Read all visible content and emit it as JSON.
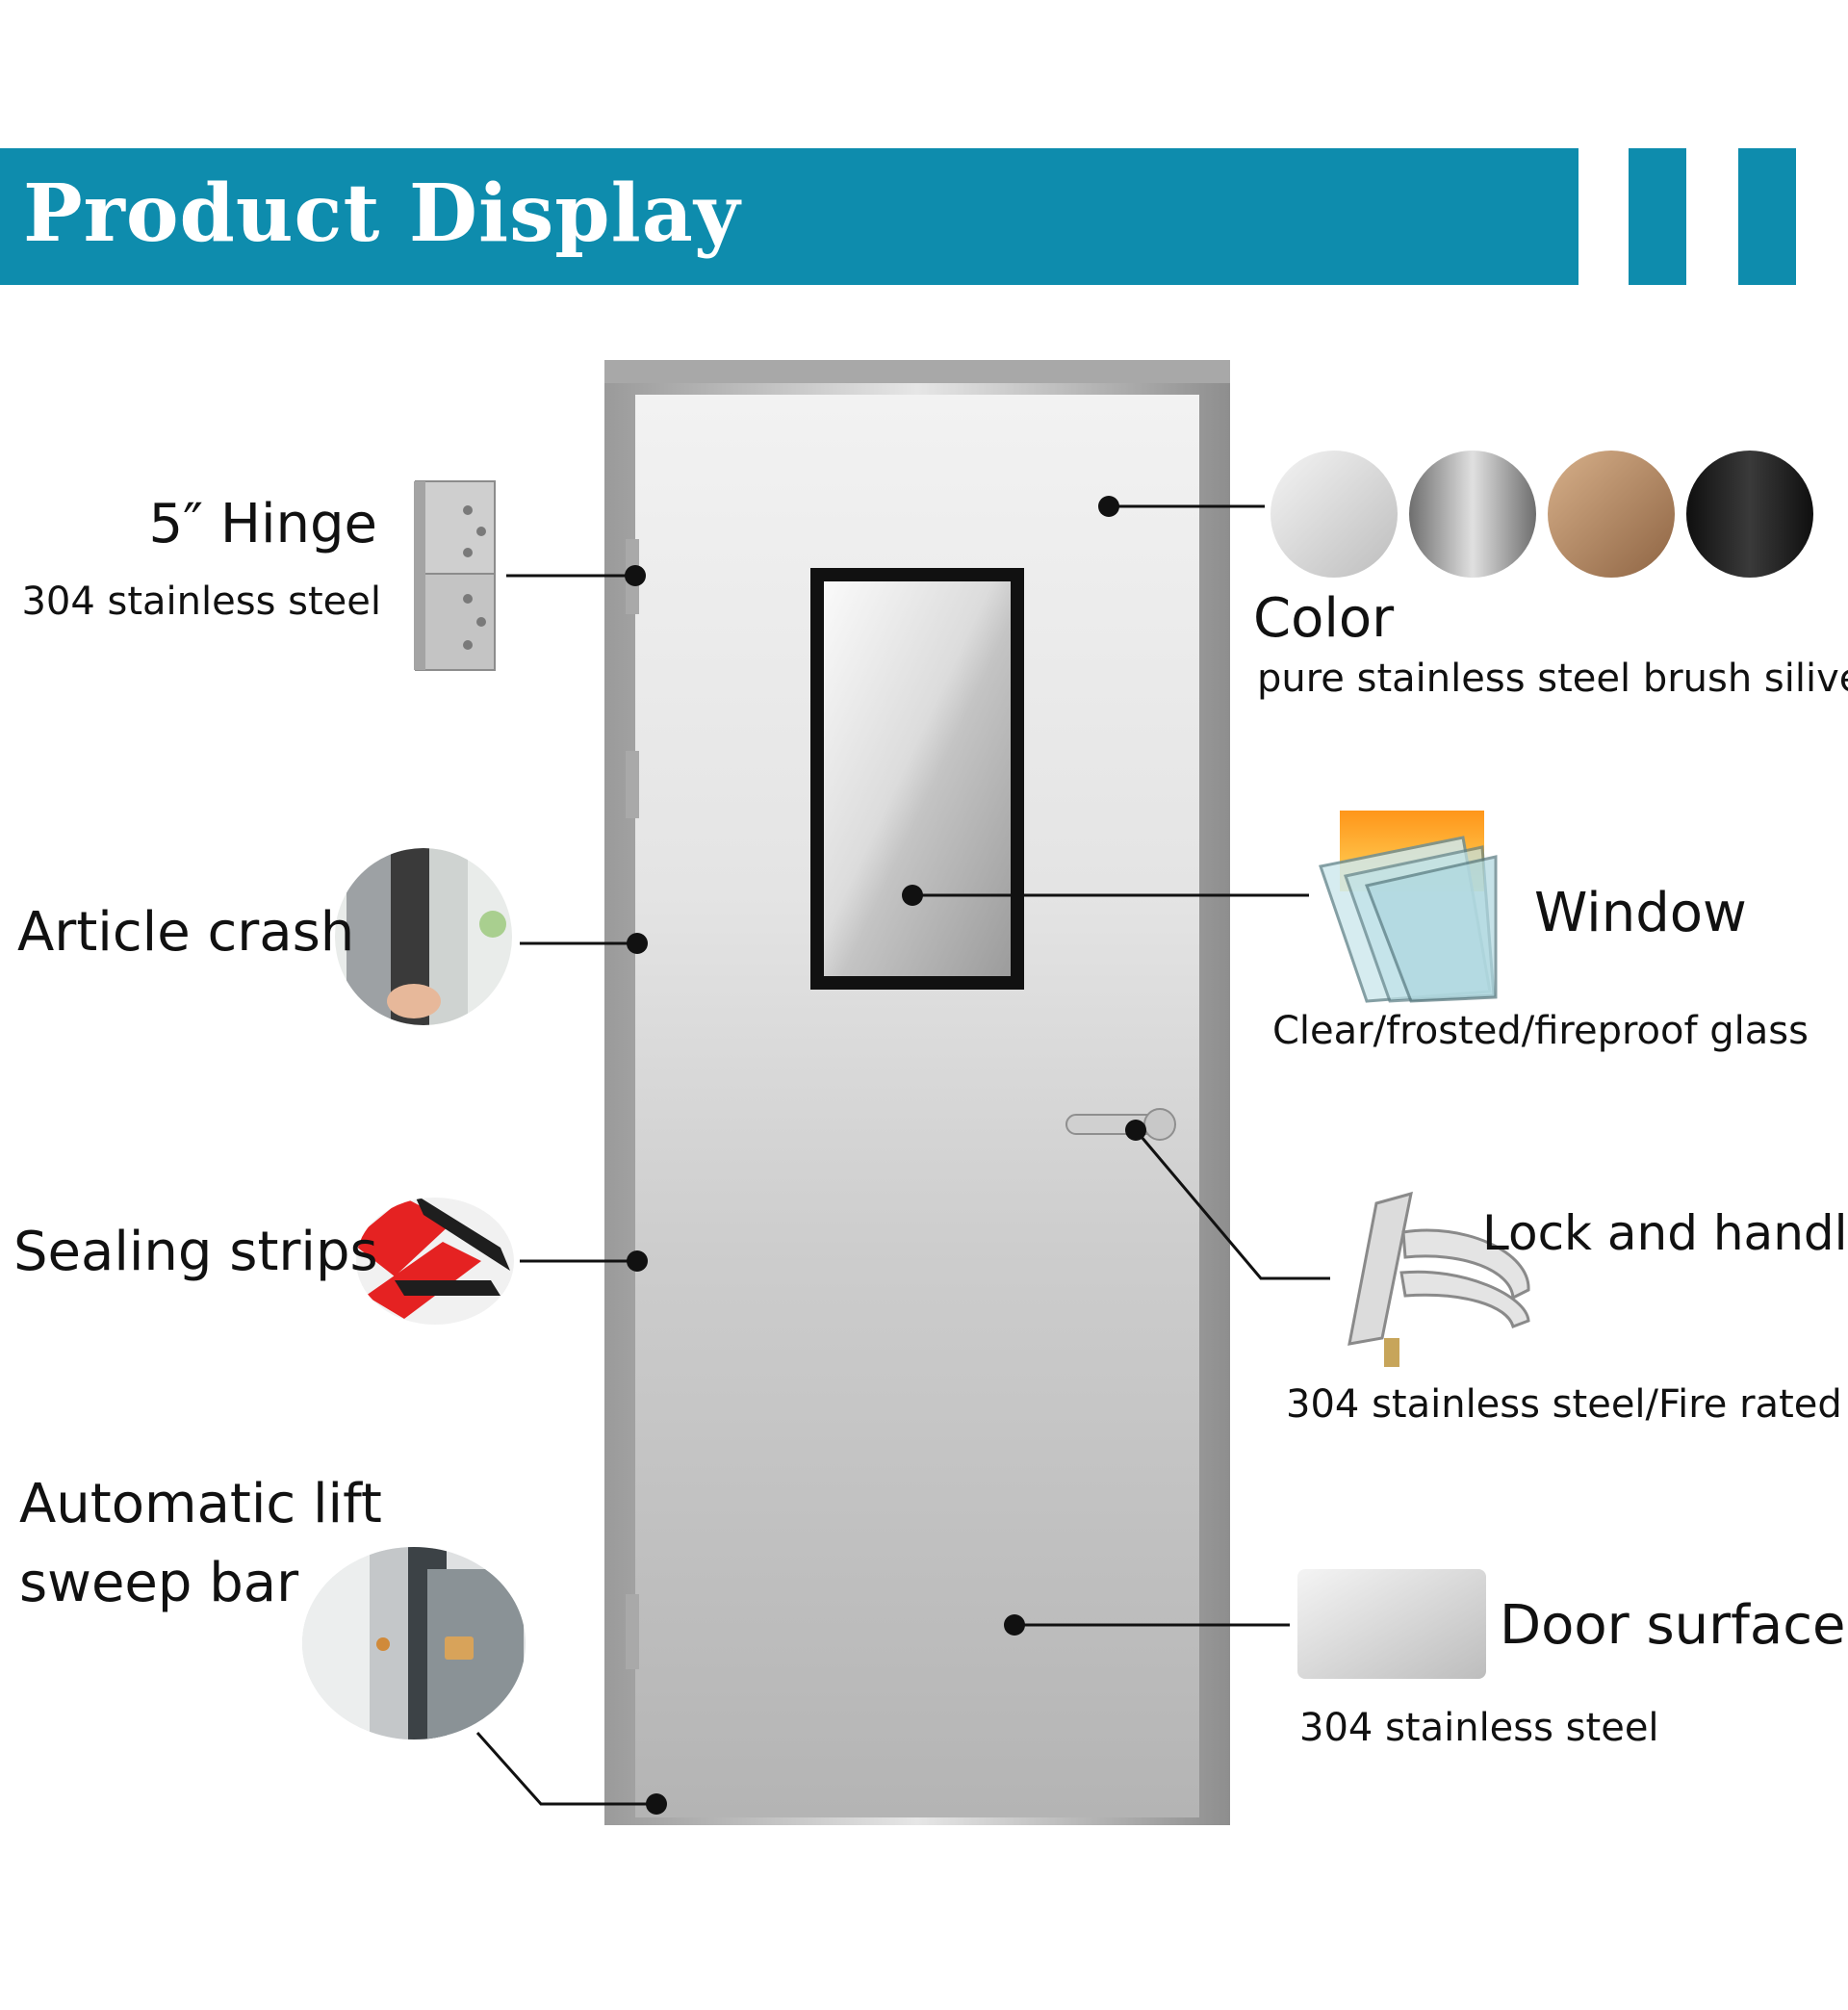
{
  "header": {
    "title": "Product Display",
    "accent_color": "#0e8cad"
  },
  "callouts": {
    "hinge": {
      "title": "5″  Hinge",
      "subtitle": "304 stainless steel"
    },
    "article_crash": {
      "title": "Article crash"
    },
    "sealing_strips": {
      "title": "Sealing strips"
    },
    "sweep_bar": {
      "title_line1": "Automatic lift",
      "title_line2": "sweep bar"
    },
    "color": {
      "title": "Color",
      "subtitle": "pure stainless steel brush siliver",
      "swatches": [
        "#d6d6d6",
        "#8a8a8a",
        "#b98b62",
        "#1c1c1c"
      ]
    },
    "window": {
      "title": "Window",
      "subtitle": "Clear/frosted/fireproof glass"
    },
    "lock": {
      "title": "Lock and handle",
      "subtitle": "304 stainless steel/Fire rated"
    },
    "door_surface": {
      "title": "Door surface",
      "subtitle": "304 stainless steel"
    }
  }
}
